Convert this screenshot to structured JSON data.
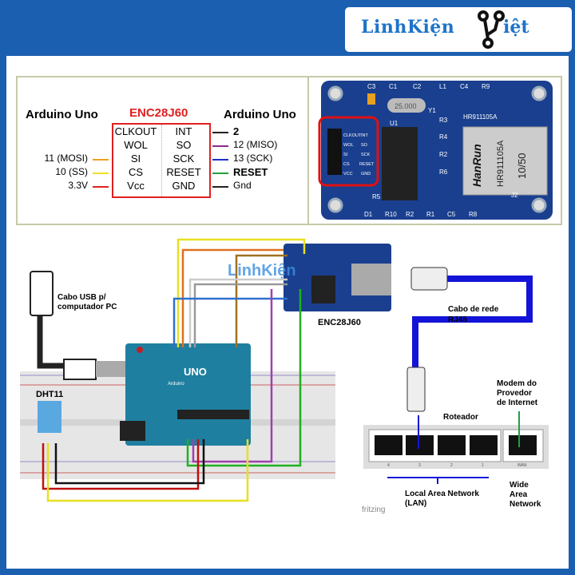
{
  "logo": {
    "text": "LinhKiện",
    "text2": "iệt"
  },
  "pinout": {
    "left_header": "Arduino Uno",
    "right_header": "Arduino Uno",
    "module_title": "ENC28J60",
    "rows": [
      {
        "left_label": "",
        "pin_left": "CLKOUT",
        "pin_right": "INT",
        "right_label": "2",
        "right_color": "#222222"
      },
      {
        "left_label": "",
        "pin_left": "WOL",
        "pin_right": "SO",
        "right_label": "12 (MISO)",
        "right_color": "#8b2a8b"
      },
      {
        "left_label": "11 (MOSI)",
        "left_color": "#f0a020",
        "pin_left": "SI",
        "pin_right": "SCK",
        "right_label": "13 (SCK)",
        "right_color": "#1b2fc8"
      },
      {
        "left_label": "10 (SS)",
        "left_color": "#f2e020",
        "pin_left": "CS",
        "pin_right": "RESET",
        "right_label": "RESET",
        "right_color": "#1fa040"
      },
      {
        "left_label": "3.3V",
        "left_color": "#e02020",
        "pin_left": "Vcc",
        "pin_right": "GND",
        "right_label": "Gnd",
        "right_color": "#222222"
      }
    ]
  },
  "board_photo": {
    "silk": [
      "C3",
      "C1",
      "C2",
      "L1",
      "C4",
      "R9",
      "Y1",
      "U1",
      "R3",
      "R4",
      "R2",
      "R6",
      "R5",
      "J2",
      "D1",
      "R10",
      "R2",
      "R1",
      "C5",
      "R8",
      "HR911105A"
    ],
    "header_pins": [
      "CLKOUT",
      "INT",
      "WOL",
      "SO",
      "SI",
      "SCK",
      "CS",
      "RESET",
      "VCC",
      "GND"
    ],
    "crystal": "25.000",
    "jack_brand": "HanRun",
    "jack_model": "HR911105A",
    "jack_speed": "10/50"
  },
  "diagram": {
    "usb_label_1": "Cabo USB p/",
    "usb_label_2": "computador PC",
    "sensor_label": "DHT11",
    "module_label": "ENC28J60",
    "arduino_logo": "UNO",
    "arduino_brand": "Arduino",
    "cable_label_1": "Cabo de rede",
    "cable_label_2": "RJ45",
    "modem_label_1": "Modem do",
    "modem_label_2": "Provedor",
    "modem_label_3": "de Internet",
    "router_label": "Roteador",
    "ports": [
      "4",
      "3",
      "2",
      "1",
      "WAN"
    ],
    "lan_label_1": "Local Area Network",
    "lan_label_2": "(LAN)",
    "wan_label_1": "Wide",
    "wan_label_2": "Area",
    "wan_label_3": "Network",
    "watermark": "LinhKiện",
    "fritzing": "fritzing"
  },
  "colors": {
    "frame": "#1b5fb0",
    "accent_red": "#e02020",
    "arduino": "#1f7fa0",
    "module": "#1a3f8f",
    "cable": "#1414d8"
  }
}
